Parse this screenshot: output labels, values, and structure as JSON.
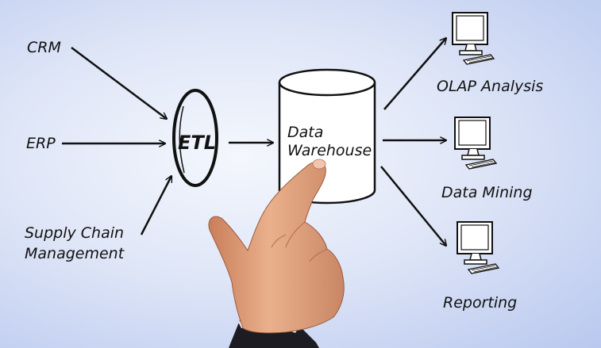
{
  "diagram": {
    "sources": [
      "CRM",
      "ERP",
      "Supply Chain",
      "Management"
    ],
    "process": "ETL",
    "store": {
      "line1": "Data",
      "line2": "Warehouse"
    },
    "outputs": [
      "OLAP Analysis",
      "Data Mining",
      "Reporting"
    ]
  },
  "colors": {
    "ink": "#111111",
    "background_center": "#f4f7fd",
    "background_edge": "#b9c8ef",
    "skin": "#e7a57f",
    "sleeve": "#1c1c22"
  },
  "icons": [
    "computer-monitor-icon",
    "pointing-hand"
  ]
}
